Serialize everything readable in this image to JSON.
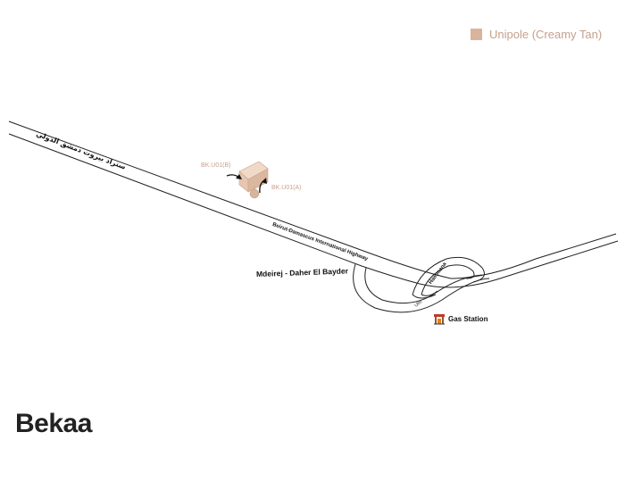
{
  "legend": {
    "label": "Unipole (Creamy Tan)",
    "swatch_color": "#d9b49c"
  },
  "region": "Bekaa",
  "roads": {
    "highway_en": "Beirut-Damascus International Highway",
    "highway_ar": "اوتوستراد بيروت دمشق الدولي",
    "ramp_label": "Hammana",
    "ramp_small": "Ubs"
  },
  "place": "Mdeirej - Daher El Bayder",
  "board_codes": {
    "a": "BK.U01(A)",
    "b": "BK.U01(B)"
  },
  "gas_station": {
    "label": "Gas Station",
    "icon": "gas-station-icon"
  },
  "colors": {
    "road": "#222222",
    "board": "#e6c6b0",
    "code_text": "#c7a18e"
  }
}
